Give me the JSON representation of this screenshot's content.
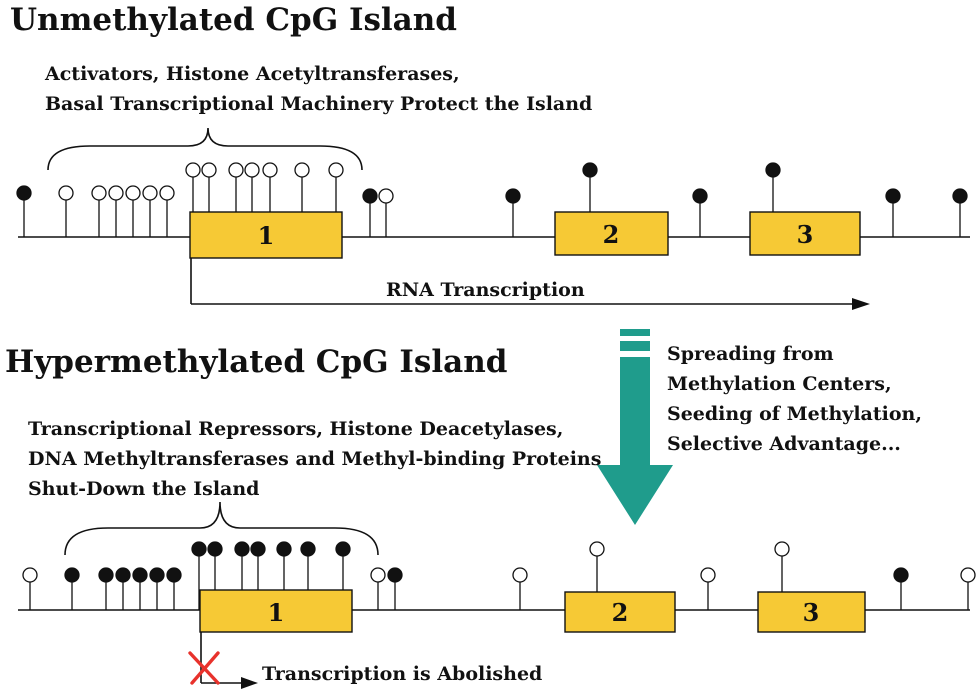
{
  "colors": {
    "exon_fill": "#f6c935",
    "arrow_teal": "#1f9c8c",
    "x_mark": "#e8322c",
    "methylated_fill": "#111111",
    "unmethylated_fill": "#ffffff"
  },
  "legend_semantics": {
    "filled_lollipop": "methylated CpG",
    "open_lollipop": "unmethylated CpG"
  },
  "top_panel": {
    "title": "Unmethylated CpG Island",
    "protectors_line1": "Activators, Histone Acetyltransferases,",
    "protectors_line2": "Basal Transcriptional Machinery Protect the Island",
    "exons": [
      "1",
      "2",
      "3"
    ],
    "transcription_label": "RNA Transcription",
    "transcription_active": true
  },
  "bottom_panel": {
    "title": "Hypermethylated CpG Island",
    "repressors_line1": "Transcriptional Repressors, Histone Deacetylases,",
    "repressors_line2": "DNA Methyltransferases and Methyl-binding Proteins",
    "repressors_line3": "Shut-Down the Island",
    "exons": [
      "1",
      "2",
      "3"
    ],
    "transcription_label": "Transcription is Abolished",
    "transcription_active": false
  },
  "transition": {
    "line1": "Spreading from",
    "line2": "Methylation Centers,",
    "line3": "Seeding of Methylation,",
    "line4": "Selective Advantage..."
  }
}
